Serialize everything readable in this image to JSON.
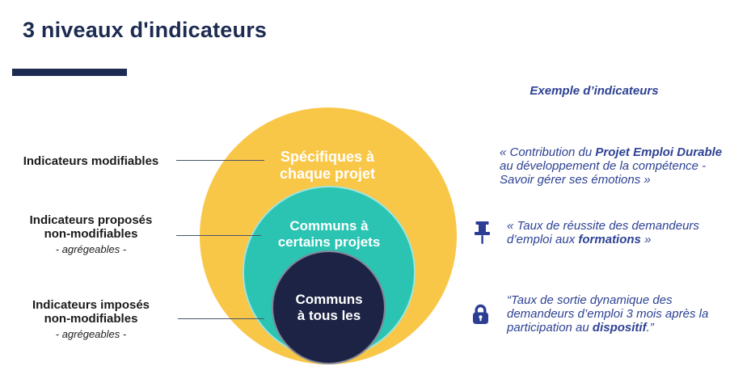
{
  "title": "3 niveaux d'indicateurs",
  "colors": {
    "navy": "#1d2b52",
    "yellow": "#f9c748",
    "teal": "#2bc4b2",
    "dark-circle": "#1c2344",
    "blue-text": "#2e4294",
    "icon-blue": "#2b3e94",
    "label-text": "#1b1b1b",
    "line": "#4a5468"
  },
  "levels": [
    {
      "label_lines": [
        "Indicateurs modifiables"
      ],
      "sub": "",
      "circle_color_name": "yellow",
      "circle_text": "Spécifiques à\nchaque projet"
    },
    {
      "label_lines": [
        "Indicateurs proposés",
        "non-modifiables"
      ],
      "sub": "- agrégeables -",
      "circle_color_name": "teal",
      "circle_text": "Communs à\ncertains projets"
    },
    {
      "label_lines": [
        "Indicateurs imposés",
        "non-modifiables"
      ],
      "sub": "- agrégeables -",
      "circle_color_name": "dark-navy",
      "circle_text": "Communs\nà tous les"
    }
  ],
  "examples": {
    "header": "Exemple d’indicateurs",
    "items": [
      {
        "icon": "none",
        "lines": [
          [
            {
              "t": "« Contribution du "
            },
            {
              "t": "Projet Emploi Durable",
              "b": 1
            }
          ],
          [
            {
              "t": "au développement de la compétence -"
            }
          ],
          [
            {
              "t": "Savoir gérer ses émotions »"
            }
          ]
        ]
      },
      {
        "icon": "pushpin-icon",
        "lines": [
          [
            {
              "t": "« Taux de réussite des demandeurs"
            }
          ],
          [
            {
              "t": "d’emploi aux "
            },
            {
              "t": "formations",
              "b": 1
            },
            {
              "t": " »"
            }
          ]
        ]
      },
      {
        "icon": "lock-icon",
        "lines": [
          [
            {
              "t": "“Taux de sortie dynamique des"
            }
          ],
          [
            {
              "t": "demandeurs d’emploi 3 mois après la"
            }
          ],
          [
            {
              "t": "participation au "
            },
            {
              "t": "dispositif",
              "b": 1
            },
            {
              "t": ".”"
            }
          ]
        ]
      }
    ]
  }
}
